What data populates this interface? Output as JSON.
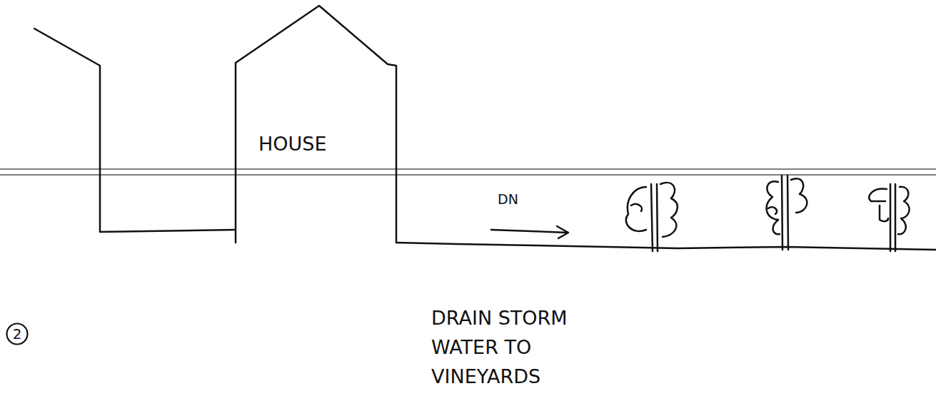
{
  "diagram": {
    "nodes": [
      {
        "text": [
          "HOUSE"
        ]
      },
      {
        "text": [
          "2"
        ]
      }
    ],
    "labels": [
      "DN",
      "DRAIN STORM WATER TO VINEYARDS"
    ]
  }
}
